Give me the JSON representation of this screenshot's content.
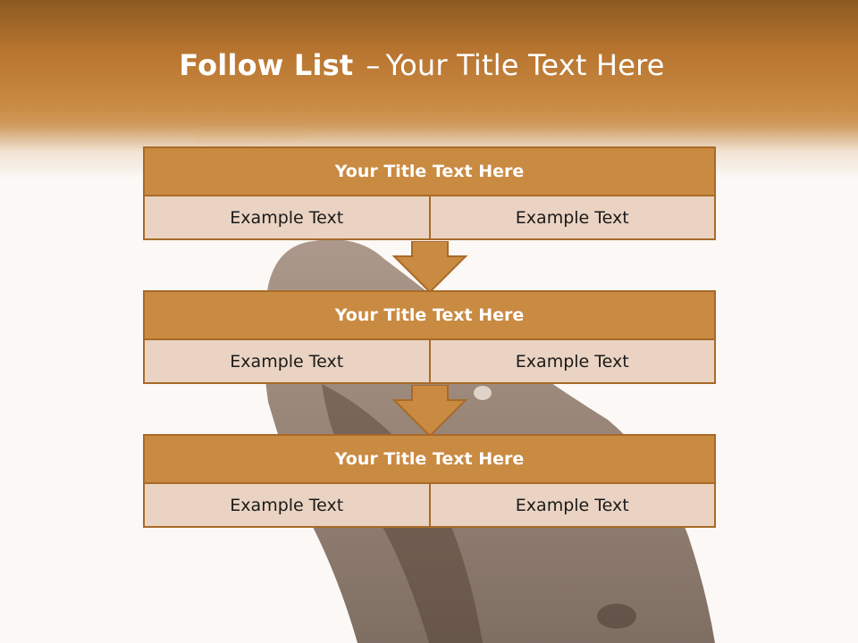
{
  "slide": {
    "title_bold": "Follow List",
    "title_sep": "–",
    "title_rest": "Your Title Text Here"
  },
  "steps": [
    {
      "title": "Your Title Text Here",
      "left": "Example Text",
      "right": "Example Text"
    },
    {
      "title": "Your Title Text Here",
      "left": "Example Text",
      "right": "Example Text"
    },
    {
      "title": "Your Title Text Here",
      "left": "Example Text",
      "right": "Example Text"
    }
  ],
  "colors": {
    "accent": "#c98a42",
    "accent_dark": "#a86a28",
    "cell_fill": "#ead3c2",
    "title_text": "#ffffff"
  }
}
